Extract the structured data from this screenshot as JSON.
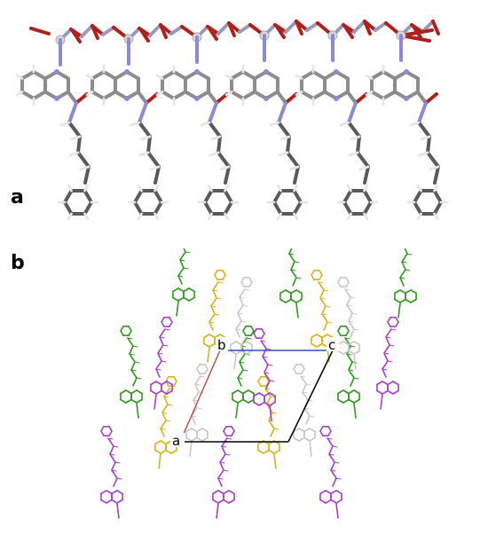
{
  "panels": {
    "a": {
      "label": "a"
    },
    "b": {
      "label": "b",
      "cell_labels": {
        "a": "a",
        "b": "b",
        "c": "c"
      }
    }
  },
  "colors": {
    "carbon": "#8c8c8c",
    "carbon_dark": "#5a5a5a",
    "hydrogen": "#e6e6e6",
    "nitrogen": "#8a8ad6",
    "oxygen": "#b0201c",
    "metal": "#d9d9d9",
    "green": "#2f9a1e",
    "yellow": "#d6b41a",
    "purple": "#a83fcf",
    "white_mol": "#c8c8c8",
    "cell_a_axis": "#c0504d",
    "cell_b_axis": "#2f4fc0",
    "cell_edge": "#000000"
  }
}
